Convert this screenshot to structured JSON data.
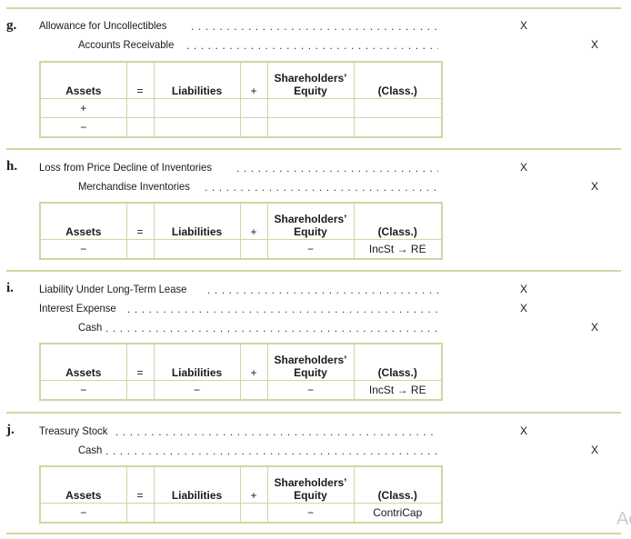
{
  "header_labels": {
    "assets": "Assets",
    "equals": "=",
    "liabilities": "Liabilities",
    "plus": "+",
    "shareholders_equity_line1": "Shareholders’",
    "shareholders_equity_line2": "Equity",
    "class": "(Class.)"
  },
  "entries": {
    "g": {
      "letter": "g.",
      "lines": [
        {
          "account": "Allowance for Uncollectibles",
          "debit": "X",
          "credit": ""
        },
        {
          "account": "Accounts Receivable",
          "debit": "",
          "credit": "X"
        }
      ],
      "rows": [
        {
          "assets": "+",
          "liabilities": "",
          "equity": "",
          "class": ""
        },
        {
          "assets": "−",
          "liabilities": "",
          "equity": "",
          "class": ""
        }
      ]
    },
    "h": {
      "letter": "h.",
      "lines": [
        {
          "account": "Loss from Price Decline of Inventories",
          "debit": "X",
          "credit": ""
        },
        {
          "account": "Merchandise Inventories",
          "debit": "",
          "credit": "X"
        }
      ],
      "rows": [
        {
          "assets": "−",
          "liabilities": "",
          "equity": "−",
          "class": "IncSt → RE"
        }
      ]
    },
    "i": {
      "letter": "i.",
      "lines": [
        {
          "account": "Liability Under Long-Term Lease",
          "debit": "X",
          "credit": ""
        },
        {
          "account": "Interest Expense",
          "debit": "X",
          "credit": ""
        },
        {
          "account": "Cash",
          "debit": "",
          "credit": "X"
        }
      ],
      "rows": [
        {
          "assets": "−",
          "liabilities": "−",
          "equity": "−",
          "class": "IncSt → RE"
        }
      ]
    },
    "j": {
      "letter": "j.",
      "lines": [
        {
          "account": "Treasury Stock",
          "debit": "X",
          "credit": ""
        },
        {
          "account": "Cash",
          "debit": "",
          "credit": "X"
        }
      ],
      "rows": [
        {
          "assets": "−",
          "liabilities": "",
          "equity": "−",
          "class": "ContriCap"
        }
      ]
    }
  },
  "watermark": "Ac"
}
